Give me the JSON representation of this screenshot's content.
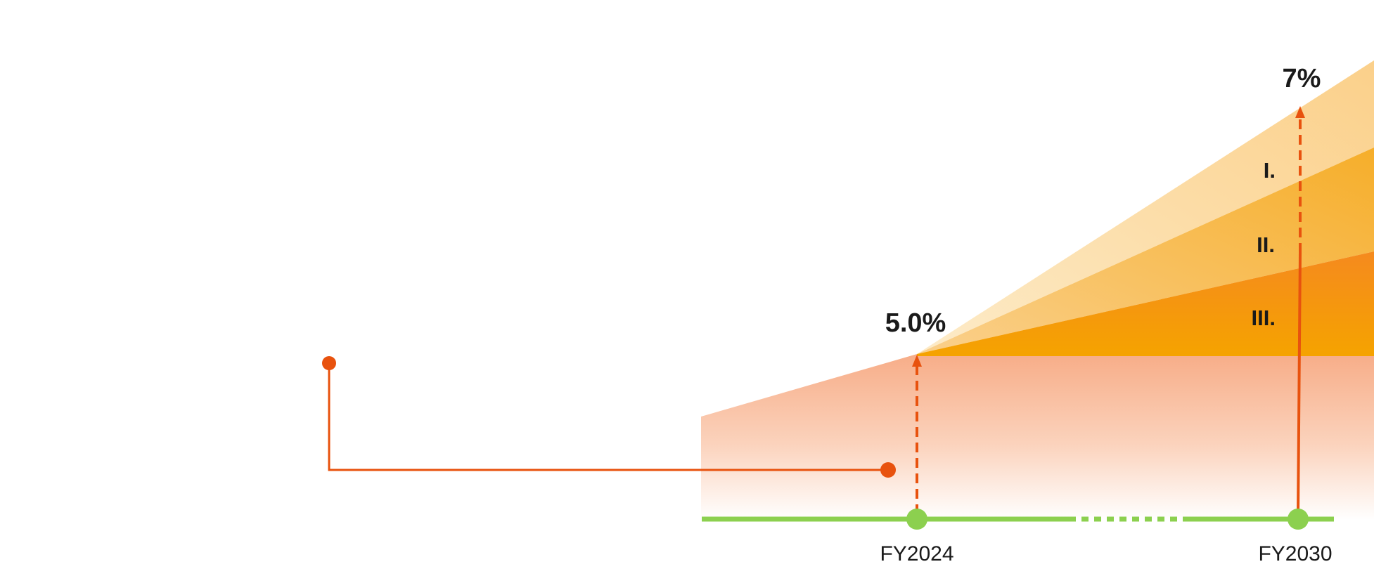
{
  "labels": {
    "start_value": "5.0%",
    "target_value": "7%",
    "layer_1": "I.",
    "layer_2": "II.",
    "layer_3": "III.",
    "year_start": "FY2024",
    "year_end": "FY2030"
  },
  "colors": {
    "accent_orange": "#e8520e",
    "timeline_green": "#8cd04f",
    "base_area_top": "#f7b08c",
    "layer_1_fill": "#fcd9a0",
    "layer_2_fill": "#f8b94a",
    "layer_3_fill": "#f59a0d"
  }
}
